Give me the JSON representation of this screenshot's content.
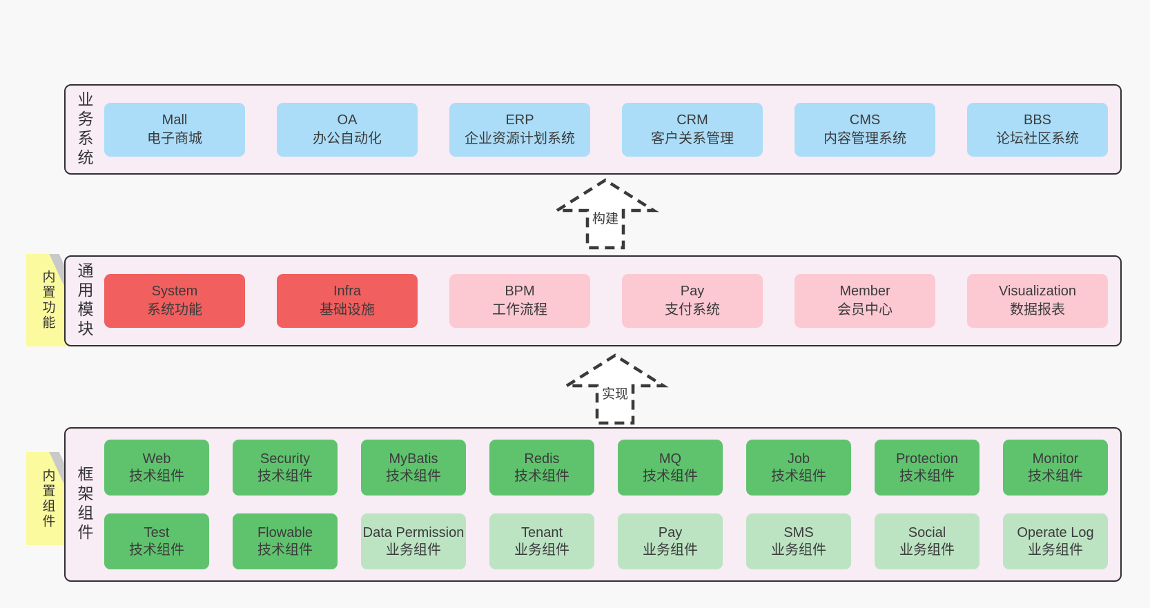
{
  "palette": {
    "page_bg": "#f8f8f8",
    "band_bg": "#f8ecf5",
    "band_border": "#2f2f2f",
    "blue_box": "#abddf8",
    "red_box": "#f15f5f",
    "pink_box": "#fcc9d3",
    "green_box": "#5fc36e",
    "light_green_box": "#bce4c3",
    "note_yellow": "#fbfa9e",
    "note_fold_gray": "#c9c9c9",
    "text": "#3b3b3b"
  },
  "arrows": [
    {
      "label": "构建"
    },
    {
      "label": "实现"
    }
  ],
  "bands": [
    {
      "side_label": "业务系统",
      "rows": [
        [
          {
            "title": "Mall",
            "subtitle": "电子商城",
            "variant": "blue"
          },
          {
            "title": "OA",
            "subtitle": "办公自动化",
            "variant": "blue"
          },
          {
            "title": "ERP",
            "subtitle": "企业资源计划系统",
            "variant": "blue"
          },
          {
            "title": "CRM",
            "subtitle": "客户关系管理",
            "variant": "blue"
          },
          {
            "title": "CMS",
            "subtitle": "内容管理系统",
            "variant": "blue"
          },
          {
            "title": "BBS",
            "subtitle": "论坛社区系统",
            "variant": "blue"
          }
        ]
      ]
    },
    {
      "side_label": "通用模块",
      "note": "内置功能",
      "rows": [
        [
          {
            "title": "System",
            "subtitle": "系统功能",
            "variant": "red"
          },
          {
            "title": "Infra",
            "subtitle": "基础设施",
            "variant": "red"
          },
          {
            "title": "BPM",
            "subtitle": "工作流程",
            "variant": "pink"
          },
          {
            "title": "Pay",
            "subtitle": "支付系统",
            "variant": "pink"
          },
          {
            "title": "Member",
            "subtitle": "会员中心",
            "variant": "pink"
          },
          {
            "title": "Visualization",
            "subtitle": "数据报表",
            "variant": "pink"
          }
        ]
      ]
    },
    {
      "side_label": "框架组件",
      "note": "内置组件",
      "rows": [
        [
          {
            "title": "Web",
            "subtitle": "技术组件",
            "variant": "green"
          },
          {
            "title": "Security",
            "subtitle": "技术组件",
            "variant": "green"
          },
          {
            "title": "MyBatis",
            "subtitle": "技术组件",
            "variant": "green"
          },
          {
            "title": "Redis",
            "subtitle": "技术组件",
            "variant": "green"
          },
          {
            "title": "MQ",
            "subtitle": "技术组件",
            "variant": "green"
          },
          {
            "title": "Job",
            "subtitle": "技术组件",
            "variant": "green"
          },
          {
            "title": "Protection",
            "subtitle": "技术组件",
            "variant": "green"
          },
          {
            "title": "Monitor",
            "subtitle": "技术组件",
            "variant": "green"
          }
        ],
        [
          {
            "title": "Test",
            "subtitle": "技术组件",
            "variant": "green"
          },
          {
            "title": "Flowable",
            "subtitle": "技术组件",
            "variant": "green"
          },
          {
            "title": "Data Permission",
            "subtitle": "业务组件",
            "variant": "lgreen"
          },
          {
            "title": "Tenant",
            "subtitle": "业务组件",
            "variant": "lgreen"
          },
          {
            "title": "Pay",
            "subtitle": "业务组件",
            "variant": "lgreen"
          },
          {
            "title": "SMS",
            "subtitle": "业务组件",
            "variant": "lgreen"
          },
          {
            "title": "Social",
            "subtitle": "业务组件",
            "variant": "lgreen"
          },
          {
            "title": "Operate Log",
            "subtitle": "业务组件",
            "variant": "lgreen"
          }
        ]
      ]
    }
  ]
}
